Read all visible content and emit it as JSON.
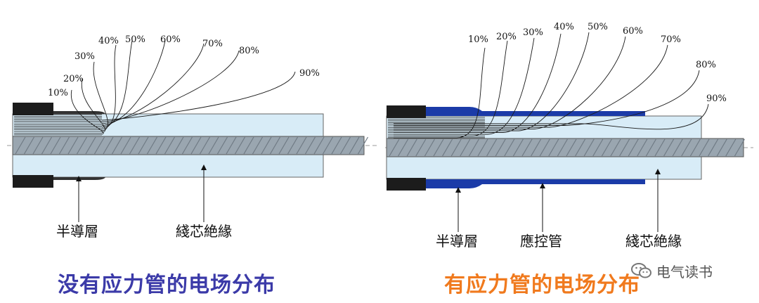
{
  "colors": {
    "left_caption": "#3b3aa8",
    "right_caption": "#f07a1e",
    "insulation_fill": "#d8ecf7",
    "conductor": "#9aa6b0",
    "stress_tube": "#1b3ba8",
    "semi_conductor": "#1c1c1c",
    "field_lines": "#1a1a1a"
  },
  "left_diagram": {
    "percent_labels": [
      "10%",
      "20%",
      "30%",
      "40%",
      "50%",
      "60%",
      "70%",
      "80%",
      "90%"
    ],
    "callouts": {
      "semiconductor": "半導層",
      "insulation": "綫芯絶緣"
    }
  },
  "right_diagram": {
    "percent_labels": [
      "10%",
      "20%",
      "30%",
      "40%",
      "50%",
      "60%",
      "70%",
      "80%",
      "90%"
    ],
    "callouts": {
      "semiconductor": "半導層",
      "stress_tube": "應控管",
      "insulation": "綫芯絶緣"
    }
  },
  "captions": {
    "left": "没有应力管的电场分布",
    "right": "有应力管的电场分布"
  },
  "watermark": {
    "icon": "wechat-icon",
    "text": "电气读书"
  }
}
